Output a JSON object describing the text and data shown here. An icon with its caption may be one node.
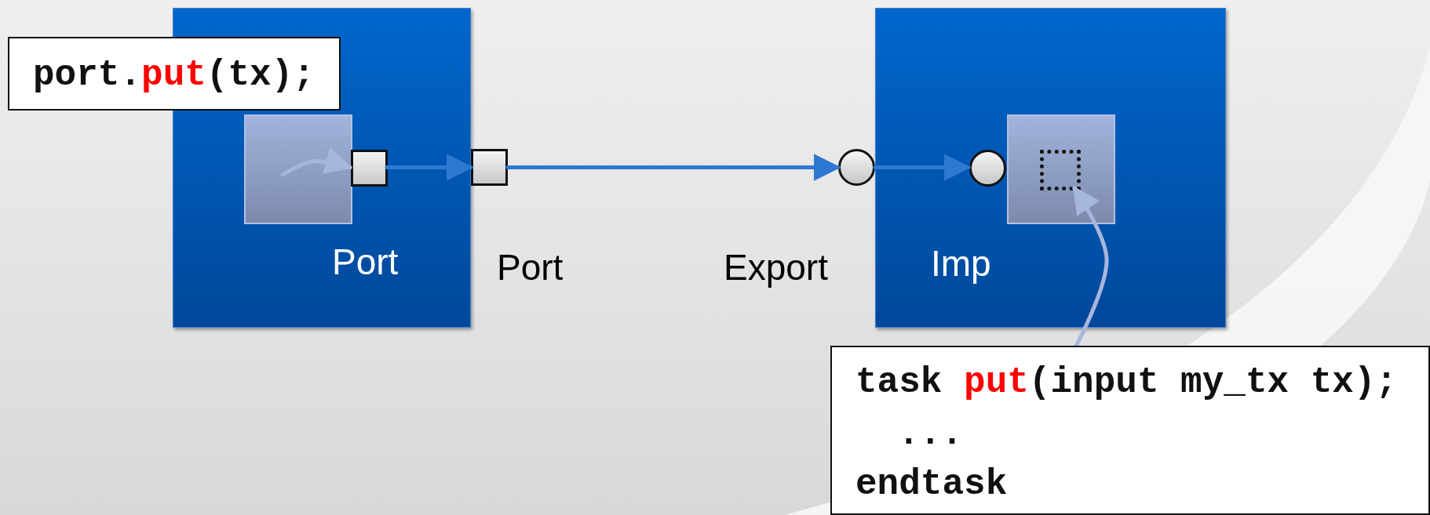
{
  "diagram": {
    "nodes": [
      {
        "text": [
          "Port"
        ]
      },
      {
        "text": [],
        "shape": "box",
        "in": 0
      },
      {
        "text": [],
        "shape": "box",
        "in": 0
      },
      {
        "text": [],
        "shape": "box",
        "beside": [
          "Port"
        ]
      },
      {
        "text": [],
        "shape": "circle",
        "beside": [
          "Export"
        ]
      },
      {
        "text": [
          "Imp"
        ]
      },
      {
        "text": [],
        "shape": "circle",
        "in": 5
      },
      {
        "text": [],
        "shape": "box",
        "in": 5
      },
      {
        "text": [],
        "shape": "box",
        "in": 7
      },
      {
        "text": [
          "port.**put**(tx);"
        ]
      },
      {
        "text": [
          "task **put**(input my_tx tx);",
          "...",
          "endtask"
        ]
      }
    ],
    "edges": [
      {
        "from": 1,
        "to": 2,
        "arrow": "to",
        "color": "#a7b6dc"
      },
      {
        "from": 2,
        "to": 3,
        "arrow": "to"
      },
      {
        "from": 3,
        "to": 4,
        "arrow": "to"
      },
      {
        "from": 4,
        "to": 6,
        "arrow": "to"
      },
      {
        "from": 10,
        "to": 8,
        "arrow": "to",
        "color": "#a7b6dc"
      }
    ]
  }
}
